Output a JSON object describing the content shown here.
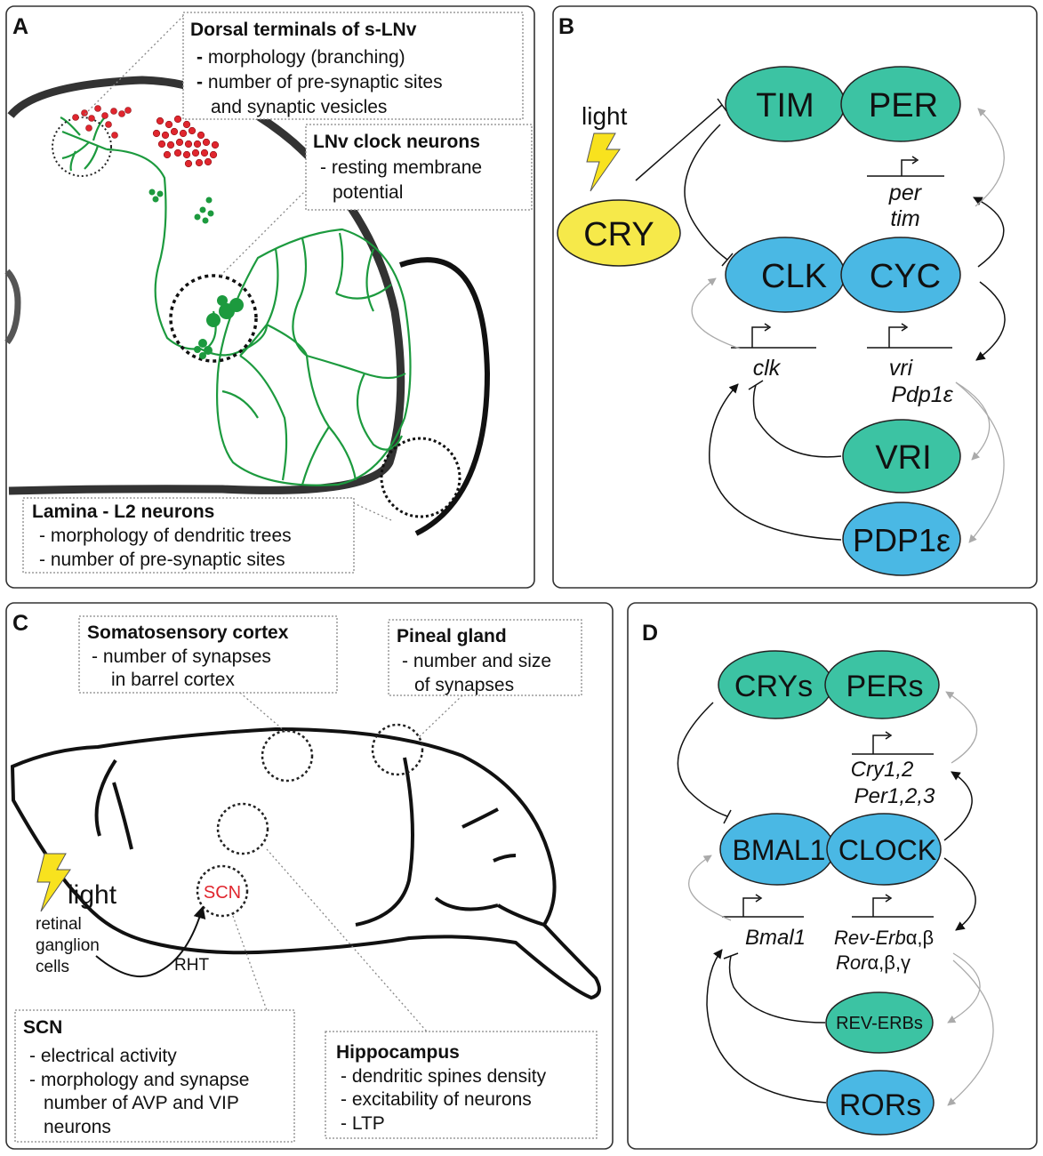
{
  "panel_letters": [
    "A",
    "B",
    "C",
    "D"
  ],
  "colors": {
    "green_fill": "#3cc3a3",
    "blue_fill": "#4ab8e4",
    "yellow_fill": "#f6e94a",
    "neuron_green": "#1c9a3e",
    "vesicle_red": "#e0262e",
    "scn_red": "#e0262e",
    "light_bolt": "#f8e21e"
  },
  "panel_a": {
    "dorsal": {
      "title": "Dorsal terminals of s-LNv",
      "line1": "morphology (branching)",
      "line2": "number of pre-synaptic sites",
      "line3": "and synaptic vesicles"
    },
    "lnv": {
      "title": "LNv clock neurons",
      "line1": "- resting membrane",
      "line2": "potential"
    },
    "lamina": {
      "title": "Lamina - L2 neurons",
      "line1": "- morphology of dendritic trees",
      "line2": "- number of pre-synaptic sites"
    }
  },
  "panel_b": {
    "light": "light",
    "cry": "CRY",
    "tim": "TIM",
    "per": "PER",
    "clk": "CLK",
    "cyc": "CYC",
    "vri": "VRI",
    "pdp1e": "PDP1ε",
    "gene_per": "per",
    "gene_tim": "tim",
    "gene_clk": "clk",
    "gene_vri": "vri",
    "gene_pdp1e": "Pdp1ε"
  },
  "panel_c": {
    "somato": {
      "title": "Somatosensory cortex",
      "line1": "-  number of synapses",
      "line2": "in barrel cortex"
    },
    "pineal": {
      "title": "Pineal gland",
      "line1": "- number and size",
      "line2": "of synapses"
    },
    "light": "light",
    "retinal1": "retinal",
    "retinal2": "ganglion",
    "retinal3": "cells",
    "rht": "RHT",
    "scn_label": "SCN",
    "scn": {
      "title": "SCN",
      "line1": "- electrical activity",
      "line2": "- morphology and synapse",
      "line3": "number of AVP and VIP",
      "line4": "neurons"
    },
    "hippo": {
      "title": "Hippocampus",
      "line1": "- dendritic spines density",
      "line2": "- excitability of neurons",
      "line3": "- LTP"
    }
  },
  "panel_d": {
    "crys": "CRYs",
    "pers": "PERs",
    "bmal1": "BMAL1",
    "clock": "CLOCK",
    "reverbs": "REV-ERBs",
    "rors": "RORs",
    "gene_cry": "Cry1,2",
    "gene_per": "Per1,2,3",
    "gene_bmal1": "Bmal1",
    "gene_reverb_it": "Rev-Erb",
    "gene_reverb_greek": "α,β",
    "gene_ror_it": "Ror",
    "gene_ror_greek": "α,β,γ"
  }
}
